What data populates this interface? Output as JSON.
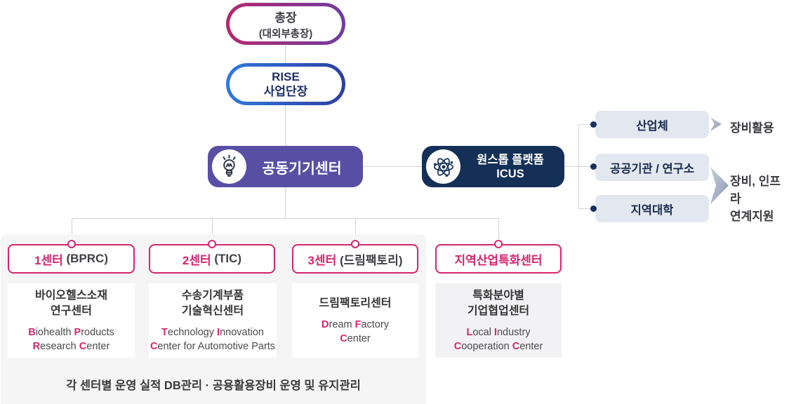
{
  "colors": {
    "accent_pink": "#d6246e",
    "purple_box": "#584fa5",
    "navy_box": "#143057",
    "president_gradient": [
      "#b5286d",
      "#6f3ca2"
    ],
    "rise_gradient": [
      "#3079de",
      "#2c3f9f"
    ],
    "partner_box_bg": "#e3e8f0",
    "partner_text": "#1a2b4e",
    "panel_bg": "#f5f5f6",
    "connector_line": "#d3d3d6",
    "chevron_gradient": [
      "#c6cddb",
      "#8d99b2"
    ]
  },
  "org": {
    "president": {
      "title": "총장",
      "subtitle": "(대외부총장)"
    },
    "rise": {
      "label": "RISE\n사업단장"
    },
    "shared_center": {
      "label": "공동기기센터",
      "icon": "lightbulb-icon"
    },
    "platform": {
      "label": "원스톱 플랫폼\nICUS",
      "icon": "atom-icon"
    }
  },
  "partners": {
    "items": [
      {
        "label": "산업체"
      },
      {
        "label": "공공기관 / 연구소"
      },
      {
        "label": "지역대학"
      }
    ],
    "outcomes": [
      {
        "label": "장비활용"
      },
      {
        "label": "장비, 인프라\n연계지원"
      }
    ]
  },
  "centers": [
    {
      "title_segments": [
        {
          "t": "1센터",
          "hl": true
        },
        {
          "t": " (BPRC)",
          "hl": false
        }
      ],
      "kr": "바이오헬스소재\n연구센터",
      "en_segments": [
        {
          "t": "B",
          "hl": true
        },
        {
          "t": "iohealth ",
          "hl": false
        },
        {
          "t": "P",
          "hl": true
        },
        {
          "t": "roducts\n",
          "hl": false
        },
        {
          "t": "R",
          "hl": true
        },
        {
          "t": "esearch ",
          "hl": false
        },
        {
          "t": "C",
          "hl": true
        },
        {
          "t": "enter",
          "hl": false
        }
      ]
    },
    {
      "title_segments": [
        {
          "t": "2센터",
          "hl": true
        },
        {
          "t": " (TIC)",
          "hl": false
        }
      ],
      "kr": "수송기계부품\n기술혁신센터",
      "en_segments": [
        {
          "t": "T",
          "hl": true
        },
        {
          "t": "echnology ",
          "hl": false
        },
        {
          "t": "I",
          "hl": true
        },
        {
          "t": "nnovation\n",
          "hl": false
        },
        {
          "t": "C",
          "hl": true
        },
        {
          "t": "enter for Automotive Parts",
          "hl": false
        }
      ]
    },
    {
      "title_segments": [
        {
          "t": "3센터",
          "hl": true
        },
        {
          "t": " (드림팩토리)",
          "hl": false
        }
      ],
      "kr": "드림팩토리센터",
      "en_segments": [
        {
          "t": "D",
          "hl": true
        },
        {
          "t": "ream ",
          "hl": false
        },
        {
          "t": "F",
          "hl": true
        },
        {
          "t": "actory\n",
          "hl": false
        },
        {
          "t": "C",
          "hl": true
        },
        {
          "t": "enter",
          "hl": false
        }
      ]
    },
    {
      "title_segments": [
        {
          "t": "지역산업특화센터",
          "hl": true
        }
      ],
      "kr": "특화분야별\n기업협업센터",
      "en_segments": [
        {
          "t": "L",
          "hl": true
        },
        {
          "t": "ocal ",
          "hl": false
        },
        {
          "t": "I",
          "hl": true
        },
        {
          "t": "ndustry\n",
          "hl": false
        },
        {
          "t": "C",
          "hl": true
        },
        {
          "t": "ooperation ",
          "hl": false
        },
        {
          "t": "C",
          "hl": true
        },
        {
          "t": "enter",
          "hl": false
        }
      ]
    }
  ],
  "footer": {
    "note": "각 센터별 운영 실적 DB관리 · 공용활용장비 운영 및 유지관리"
  }
}
